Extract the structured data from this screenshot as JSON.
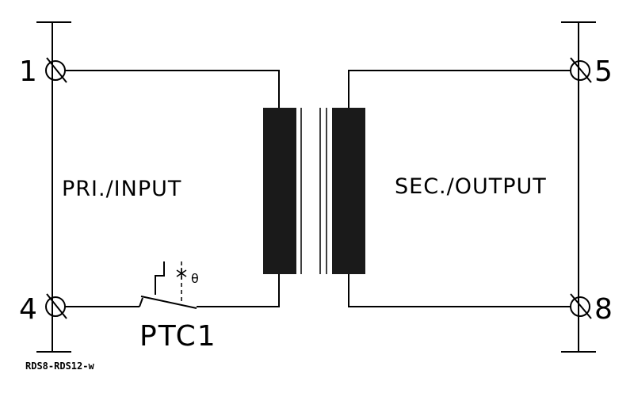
{
  "terminals": {
    "t1": "1",
    "t4": "4",
    "t5": "5",
    "t8": "8"
  },
  "labels": {
    "primary": "PRI./INPUT",
    "secondary": "SEC./OUTPUT",
    "ptc": "PTC1",
    "theta": "θ",
    "reference": "RDS8-RDS12-w"
  },
  "colors": {
    "line": "#000000",
    "core": "#1a1a1a",
    "background": "#ffffff"
  }
}
